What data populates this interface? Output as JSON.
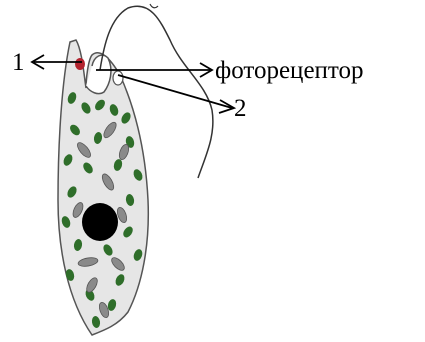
{
  "labels": {
    "one": "1",
    "two": "2",
    "photoreceptor": "фоторецептор"
  },
  "colors": {
    "cell_fill": "#e6e6e6",
    "cell_outline": "#555555",
    "chloroplast_green": "#2f6e2a",
    "paramylon_grey": "#8a8a8a",
    "nucleus": "#000000",
    "eyespot": "#b3232e",
    "line": "#000000"
  }
}
